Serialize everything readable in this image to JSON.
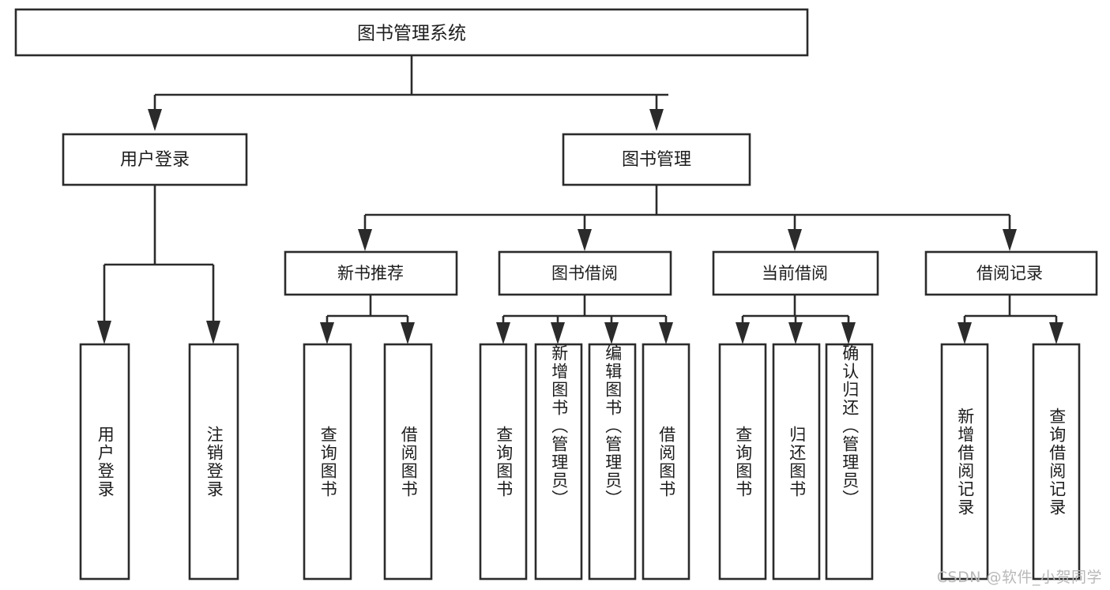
{
  "diagram": {
    "type": "tree-hierarchy",
    "title": "图书管理系统",
    "orientation": "top-down",
    "colors": {
      "box_stroke": "#2b2b2b",
      "box_fill": "#ffffff",
      "text": "#1d1d1d",
      "background": "#ffffff",
      "watermark": "#b8b8b8"
    },
    "root": {
      "id": "root",
      "label": "图书管理系统"
    },
    "level2": [
      {
        "id": "user-login",
        "label": "用户登录"
      },
      {
        "id": "book-management",
        "label": "图书管理"
      }
    ],
    "level3": [
      {
        "id": "new-book-recommend",
        "label": "新书推荐",
        "parent": "book-management"
      },
      {
        "id": "book-borrow",
        "label": "图书借阅",
        "parent": "book-management"
      },
      {
        "id": "current-borrow",
        "label": "当前借阅",
        "parent": "book-management"
      },
      {
        "id": "borrow-record",
        "label": "借阅记录",
        "parent": "book-management"
      }
    ],
    "leaves": [
      {
        "id": "leaf-user-login",
        "label": "用户登录",
        "parent": "user-login"
      },
      {
        "id": "leaf-logout-login",
        "label": "注销登录",
        "parent": "user-login"
      },
      {
        "id": "leaf-query-book-1",
        "label": "查询图书",
        "parent": "new-book-recommend"
      },
      {
        "id": "leaf-borrow-book-1",
        "label": "借阅图书",
        "parent": "new-book-recommend"
      },
      {
        "id": "leaf-query-book-2",
        "label": "查询图书",
        "parent": "book-borrow"
      },
      {
        "id": "leaf-add-book",
        "label": "新增图书（管理员）",
        "parent": "book-borrow"
      },
      {
        "id": "leaf-edit-book",
        "label": "编辑图书（管理员）",
        "parent": "book-borrow"
      },
      {
        "id": "leaf-borrow-book-2",
        "label": "借阅图书",
        "parent": "book-borrow"
      },
      {
        "id": "leaf-query-book-3",
        "label": "查询图书",
        "parent": "current-borrow"
      },
      {
        "id": "leaf-return-book",
        "label": "归还图书",
        "parent": "current-borrow"
      },
      {
        "id": "leaf-confirm-return",
        "label": "确认归还（管理员）",
        "parent": "current-borrow"
      },
      {
        "id": "leaf-add-record",
        "label": "新增借阅记录",
        "parent": "borrow-record"
      },
      {
        "id": "leaf-query-record",
        "label": "查询借阅记录",
        "parent": "borrow-record"
      }
    ]
  },
  "watermark": {
    "text": "CSDN @软件_小贺同学"
  }
}
